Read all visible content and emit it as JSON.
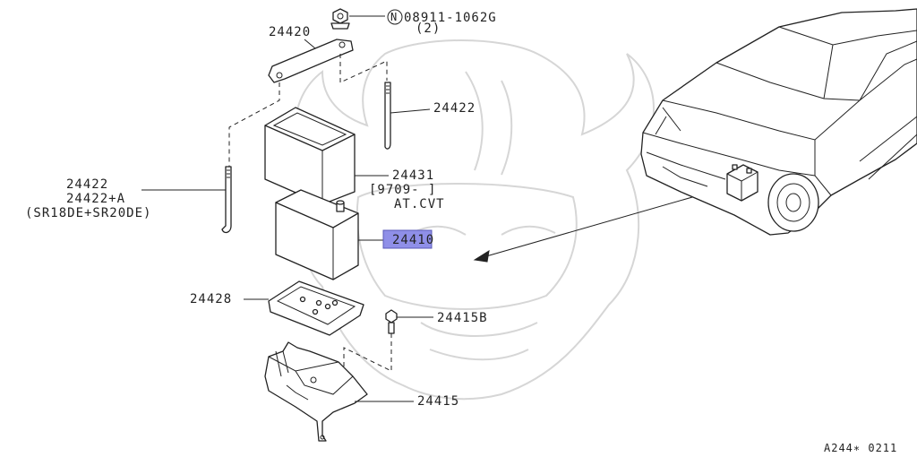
{
  "parts": {
    "nut": {
      "symbol": "N",
      "number": "08911-1062G",
      "qty": "(2)"
    },
    "hold_frame": "24420",
    "rod_right": "24422",
    "rod_left": {
      "line1": "24422",
      "line2": "24422+A",
      "line3": "(SR18DE+SR20DE)"
    },
    "cover": {
      "number": "24431",
      "note_range": "[9709-     ]",
      "note_trans": "AT.CVT"
    },
    "battery": "24410",
    "pad": "24428",
    "bolt": "24415B",
    "tray": "24415"
  },
  "highlight_color": "#8f8fe8",
  "diagram_code": "A244∗ 0211"
}
